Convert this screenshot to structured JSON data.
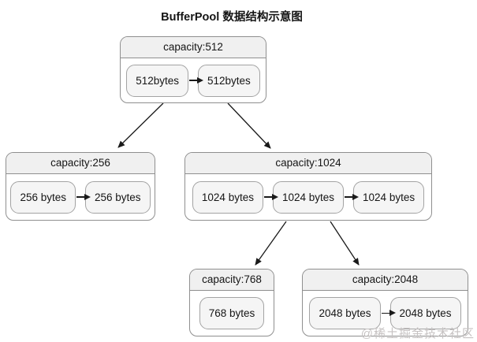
{
  "title": "BufferPool 数据结构示意图",
  "watermark": "@稀土掘金技术社区",
  "colors": {
    "background": "#ffffff",
    "node_border": "#8f8f8f",
    "node_header_fill": "#f0f0f0",
    "node_body_fill": "#ffffff",
    "cell_fill": "#f5f5f5",
    "cell_border": "#a3a3a3",
    "arrow": "#1a1a1a",
    "text": "#151515",
    "watermark_text": "#c7c3c3"
  },
  "diagram": {
    "nodes": [
      {
        "id": "pool-512",
        "header": "capacity:512",
        "cells": [
          "512bytes",
          "512bytes"
        ]
      },
      {
        "id": "pool-256",
        "header": "capacity:256",
        "cells": [
          "256 bytes",
          "256 bytes"
        ]
      },
      {
        "id": "pool-1024",
        "header": "capacity:1024",
        "cells": [
          "1024 bytes",
          "1024 bytes",
          "1024 bytes"
        ]
      },
      {
        "id": "pool-768",
        "header": "capacity:768",
        "cells": [
          "768 bytes"
        ]
      },
      {
        "id": "pool-2048",
        "header": "capacity:2048",
        "cells": [
          "2048 bytes",
          "2048 bytes"
        ]
      }
    ],
    "edges": [
      {
        "from": "pool-512",
        "to": "pool-256"
      },
      {
        "from": "pool-512",
        "to": "pool-1024"
      },
      {
        "from": "pool-1024",
        "to": "pool-768"
      },
      {
        "from": "pool-1024",
        "to": "pool-2048"
      }
    ]
  }
}
